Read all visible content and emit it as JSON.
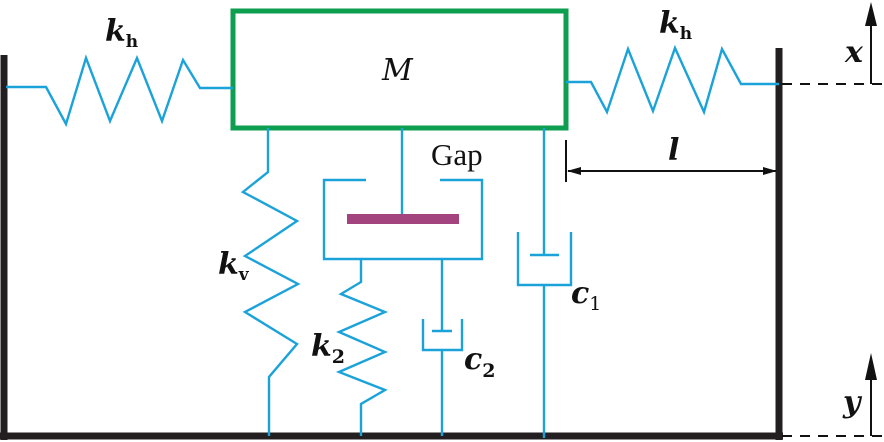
{
  "colors": {
    "spring": "#1ba3d9",
    "mass_border": "#0e9e4f",
    "gap_plate": "#a3447f",
    "ground": "#231f20"
  },
  "labels": {
    "mass": "M",
    "kh_left": {
      "main": "k",
      "sub": "h"
    },
    "kh_right": {
      "main": "k",
      "sub": "h"
    },
    "kv": {
      "main": "k",
      "sub": "v"
    },
    "k2": {
      "main": "k",
      "sub": "2"
    },
    "c1": {
      "main": "c",
      "sub": "1"
    },
    "c2": {
      "main": "c",
      "sub": "2"
    },
    "gap": "Gap",
    "l": "l",
    "x": "x",
    "y": "y"
  }
}
